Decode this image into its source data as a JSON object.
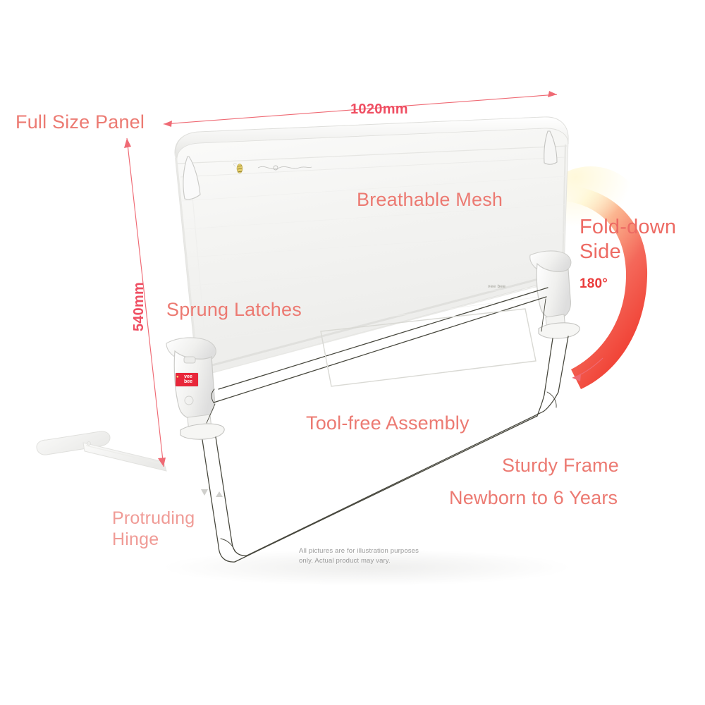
{
  "product": {
    "brand": "vee bee",
    "type": "Fold-down bed rail with breathable mesh panel"
  },
  "annotations": {
    "full_size_panel": "Full Size Panel",
    "width_dimension": "1020mm",
    "height_dimension": "540mm",
    "breathable_mesh": "Breathable Mesh",
    "fold_down_side": "Fold-down\nSide",
    "fold_angle": "180°",
    "sprung_latches": "Sprung Latches",
    "tool_free_assembly": "Tool-free Assembly",
    "sturdy_frame": "Sturdy Frame",
    "age_range": "Newborn to 6 Years",
    "protruding_hinge": "Protruding\nHinge"
  },
  "logos": {
    "latch_badge_line1": "vee",
    "latch_badge_line2": "bee",
    "panel_logo": "vee bee",
    "bee_glyph": "●"
  },
  "disclaimer": "All pictures are for illustration purposes\nonly. Actual product may vary.",
  "colors": {
    "background": "#ffffff",
    "annotation_light": "#ec7a72",
    "annotation_faint": "#f09b96",
    "dimension_bold": "#ef4e62",
    "degree_red": "#ea3b3b",
    "arc_red": "#ef3c32",
    "arc_highlight": "#fff3c4",
    "badge_red": "#e8273a",
    "frame_outline": "#3a3a33",
    "mesh_panel": "#f7f7f5",
    "disclaimer_gray": "#9a9a9a"
  }
}
